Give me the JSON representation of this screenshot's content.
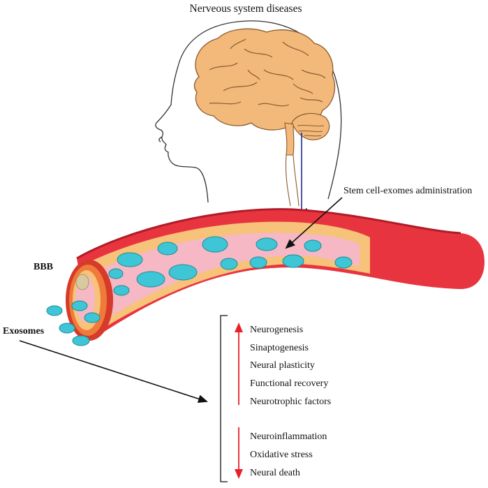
{
  "title": "Nerveous system diseases",
  "labels": {
    "administration": "Stem cell-exomes administration",
    "bbb": "BBB",
    "exosomes": "Exosomes"
  },
  "effects": {
    "increased": [
      "Neurogenesis",
      "Sinaptogenesis",
      "Neural plasticity",
      "Functional recovery",
      "Neurotrophic factors"
    ],
    "decreased": [
      "Neuroinflammation",
      "Oxidative stress",
      "Neural death"
    ]
  },
  "colors": {
    "vessel_outer": "#e8343f",
    "vessel_dark": "#b01c27",
    "vessel_wall": "#f7c27a",
    "lumen": "#f5b8c4",
    "exosome": "#3ec6d6",
    "brain": "#f2b97b",
    "up_arrow": "#e8202a",
    "down_arrow": "#e8202a",
    "pointer_arrow": "#1e2a8c"
  }
}
